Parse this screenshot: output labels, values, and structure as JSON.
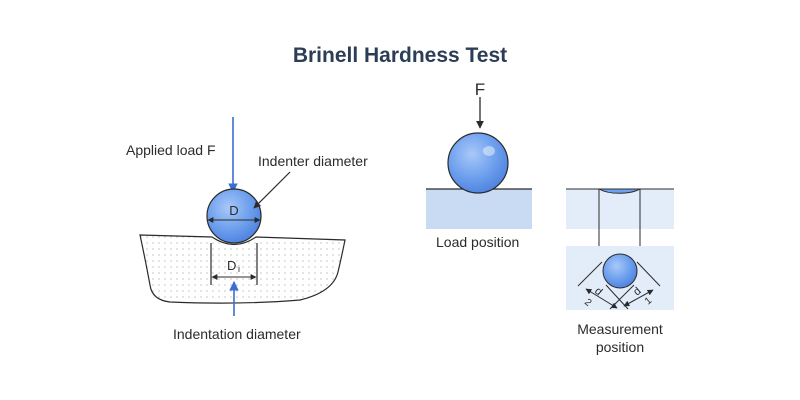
{
  "title": "Brinell Hardness Test",
  "labels": {
    "applied_load": "Applied load F",
    "indenter_diameter": "Indenter diameter",
    "indentation_diameter": "Indentation diameter",
    "load_position": "Load position",
    "measurement_position_1": "Measurement",
    "measurement_position_2": "position",
    "force_symbol": "F",
    "ball_diameter_symbol": "D",
    "impression_symbol": "D",
    "impression_subscript": "i",
    "d_symbol": "d",
    "d_index_1": "1",
    "d_index_2": "2"
  },
  "colors": {
    "title": "#2c3e55",
    "accent_blue": "#3c6ed0",
    "ball_blue": "#6fa1ee",
    "plate_blue": "#c9daf3",
    "plate_light": "#e3ecf9",
    "outline": "#2b2b2b"
  }
}
